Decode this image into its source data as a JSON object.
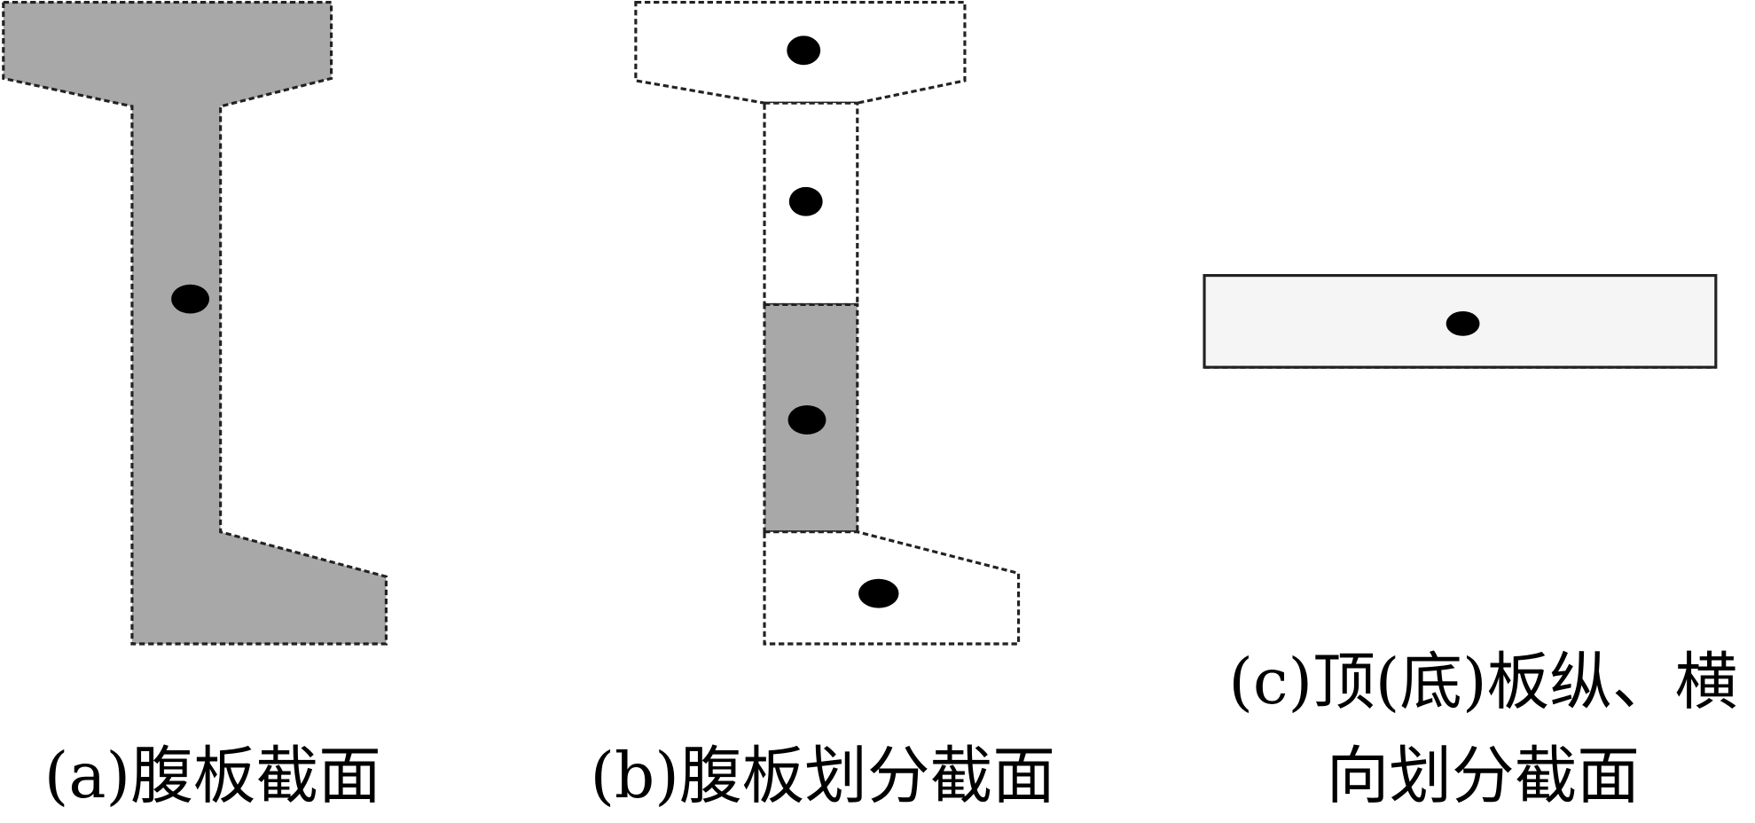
{
  "colors": {
    "section_fill": "#a8a8a8",
    "slab_fill": "#f5f5f5",
    "centroid": "#000000"
  },
  "panels": [
    {
      "id": "a",
      "caption": "(a)腹板截面"
    },
    {
      "id": "b",
      "caption": "(b)腹板划分截面"
    },
    {
      "id": "c",
      "caption_line1": "(c)顶(底)板纵、横",
      "caption_line2": "向划分截面"
    }
  ]
}
